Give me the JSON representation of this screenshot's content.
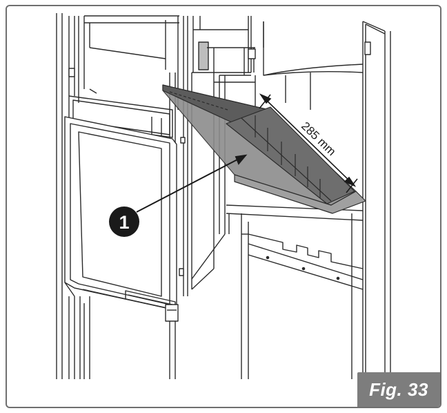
{
  "figure": {
    "label": "Fig. 33"
  },
  "dimension": {
    "text": "285 mm"
  },
  "callout": {
    "number": "1"
  },
  "colors": {
    "line": "#2b2b2b",
    "panel_fill": "#7a7a7a",
    "panel_dark": "#4e4e4e",
    "callout_bg": "#1a1a1a",
    "label_bg": "#7d7d7d"
  }
}
